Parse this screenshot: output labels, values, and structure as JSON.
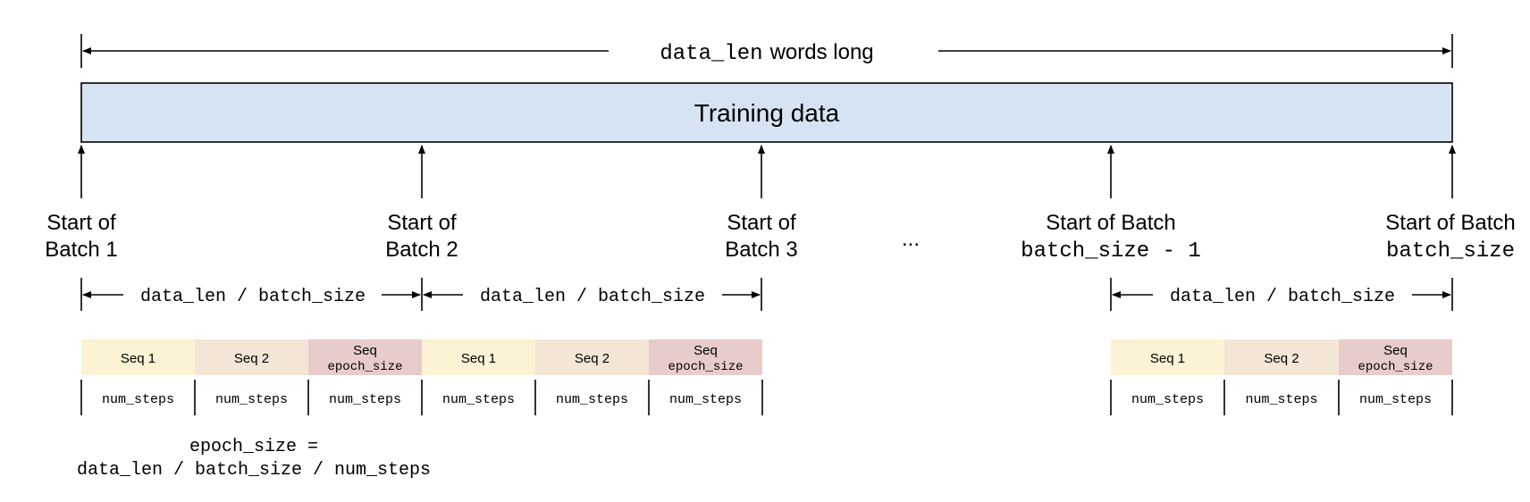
{
  "header": {
    "length_var": "data_len",
    "length_suffix": "words long"
  },
  "training_box": {
    "label": "Training data",
    "fill": "#d6e3f3"
  },
  "batch_starts": [
    {
      "line1": "Start of",
      "line2": "Batch 1",
      "line2_mono": false
    },
    {
      "line1": "Start of",
      "line2": "Batch 2",
      "line2_mono": false
    },
    {
      "line1": "Start of",
      "line2": "Batch 3",
      "line2_mono": false
    },
    {
      "line1": "Start of Batch",
      "line2": "batch_size - 1",
      "line2_mono": true
    },
    {
      "line1": "Start of Batch",
      "line2": "batch_size",
      "line2_mono": true
    }
  ],
  "ellipsis": "...",
  "span_label": "data_len / batch_size",
  "sequences": [
    {
      "line1": "Seq 1",
      "line2": "",
      "color": "#fcf3d4"
    },
    {
      "line1": "Seq 2",
      "line2": "",
      "color": "#f4e6d6"
    },
    {
      "line1": "Seq",
      "line2": "epoch_size",
      "color": "#e8cbcb"
    }
  ],
  "step_label": "num_steps",
  "formula": {
    "line1": "epoch_size =",
    "line2": "data_len / batch_size / num_steps"
  }
}
